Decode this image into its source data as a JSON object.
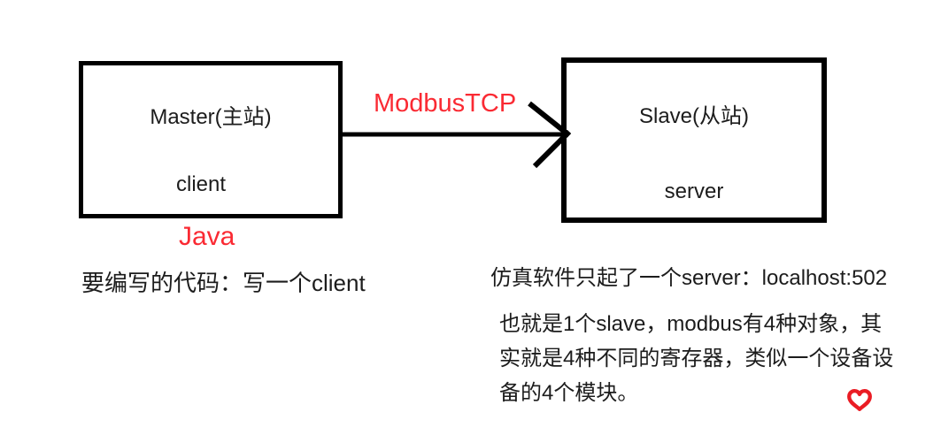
{
  "diagram": {
    "master": {
      "title": "Master(主站)",
      "role": "client",
      "caption": "Java"
    },
    "slave": {
      "title": "Slave(从站)",
      "role": "server"
    },
    "arrow": {
      "label": "ModbusTCP"
    }
  },
  "annotations": {
    "left_note": "要编写的代码：写一个client",
    "right_note_line1": "仿真软件只起了一个server：localhost:502",
    "right_note_line2": "也就是1个slave，modbus有4种对象，其",
    "right_note_line3": "实就是4种不同的寄存器，类似一个设备设",
    "right_note_line4": "备的4个模块。"
  },
  "icons": {
    "heart": "heart-icon"
  },
  "colors": {
    "accent_red": "#fa2a33",
    "heart_red": "#ea1c24",
    "ink": "#1c1c1c",
    "line_black": "#000000",
    "background": "#ffffff"
  }
}
